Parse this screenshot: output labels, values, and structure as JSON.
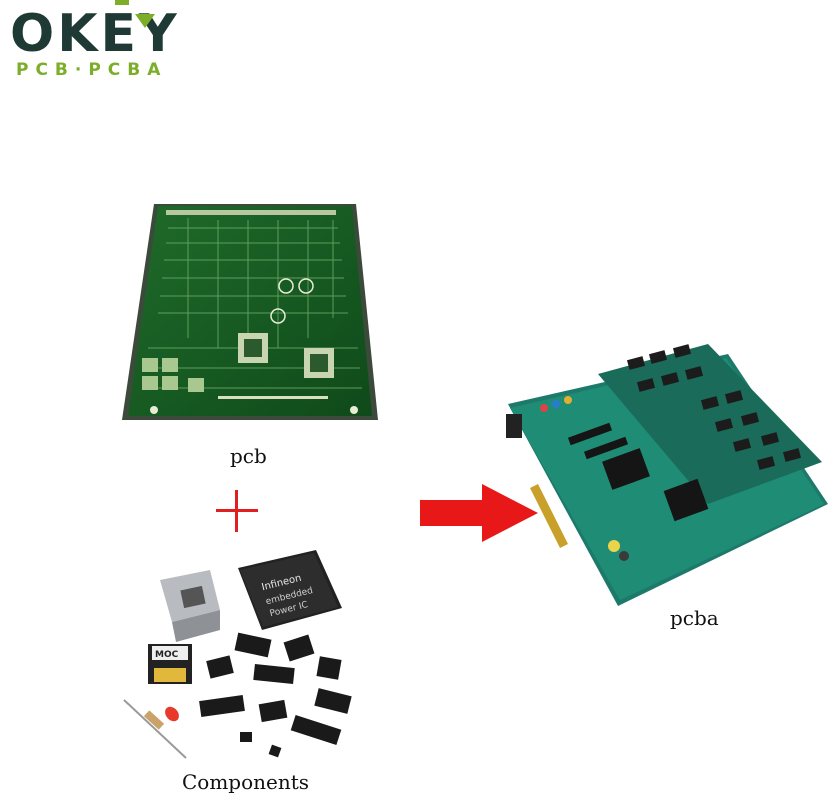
{
  "logo": {
    "word": "OKEY",
    "tagline": "PCB·PCBA",
    "colors": {
      "dark": "#1f3a34",
      "green": "#7cae2a"
    }
  },
  "labels": {
    "pcb": "pcb",
    "pcba": "pcba",
    "components": "Components"
  },
  "symbols": {
    "plus": "plus-icon",
    "arrow": "arrow-right-icon",
    "plus_color": "#e02020",
    "arrow_color": "#e81818"
  },
  "component_markings": {
    "ic_brand": "Infineon",
    "ic_line1": "embedded",
    "ic_line2": "Power IC",
    "transformer_brand": "MOC"
  }
}
